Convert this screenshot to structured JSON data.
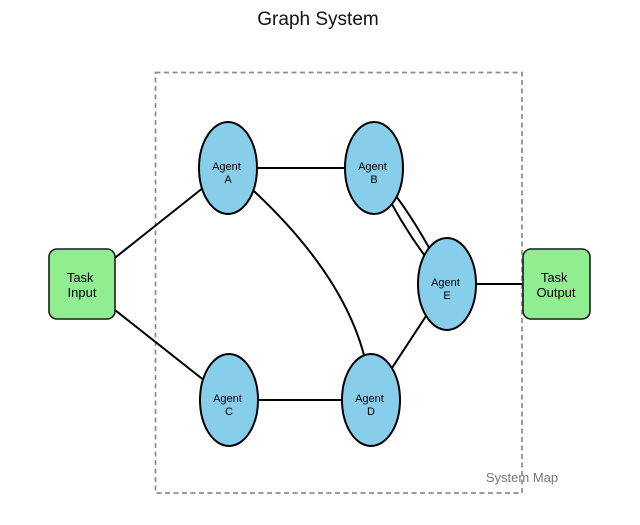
{
  "title": "Graph System",
  "diagram": {
    "boundary_label": "System Map",
    "agents": [
      {
        "id": "agent-a",
        "line1": "Agent",
        "line2": "A"
      },
      {
        "id": "agent-b",
        "line1": "Agent",
        "line2": "B"
      },
      {
        "id": "agent-c",
        "line1": "Agent",
        "line2": "C"
      },
      {
        "id": "agent-d",
        "line1": "Agent",
        "line2": "D"
      },
      {
        "id": "agent-e",
        "line1": "Agent",
        "line2": "E"
      }
    ],
    "io": [
      {
        "id": "task-input",
        "line1": "Task",
        "line2": "Input"
      },
      {
        "id": "task-output",
        "line1": "Task",
        "line2": "Output"
      }
    ],
    "edges": [
      {
        "from": "task-input",
        "to": "agent-a"
      },
      {
        "from": "task-input",
        "to": "agent-c"
      },
      {
        "from": "agent-a",
        "to": "agent-b"
      },
      {
        "from": "agent-a",
        "to": "agent-d"
      },
      {
        "from": "agent-b",
        "to": "agent-e"
      },
      {
        "from": "agent-b",
        "to": "agent-e"
      },
      {
        "from": "agent-c",
        "to": "agent-d"
      },
      {
        "from": "agent-d",
        "to": "agent-e"
      },
      {
        "from": "agent-e",
        "to": "task-output"
      }
    ]
  },
  "colors": {
    "agent_fill": "#87CEEB",
    "io_fill": "#90EE90",
    "edge_stroke": "#000000",
    "boundary_stroke": "#8C8C8C",
    "boundary_label_color": "#757575",
    "title_color": "#111111"
  }
}
